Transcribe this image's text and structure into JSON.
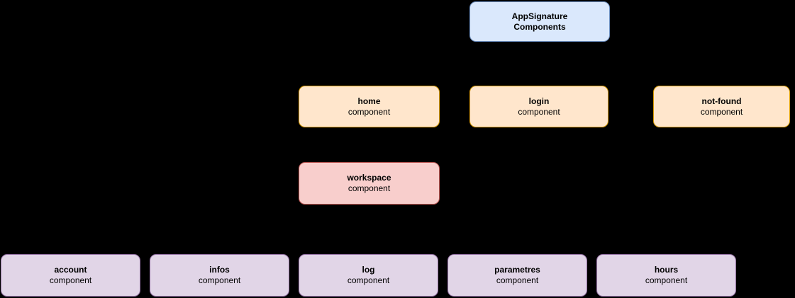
{
  "diagram": {
    "background_color": "#000000",
    "text_color": "#000000",
    "palette": {
      "blue_fill": "#DAE8FC",
      "blue_stroke": "#6C8EBF",
      "orange_fill": "#FFE6CC",
      "orange_stroke": "#D79B00",
      "red_fill": "#F8CECC",
      "red_stroke": "#B85450",
      "purple_fill": "#E1D5E7",
      "purple_stroke": "#9673A6"
    },
    "nodes": [
      {
        "line1": "AppSignature",
        "line2": "Components",
        "fill": "#DAE8FC",
        "stroke": "#6C8EBF"
      },
      {
        "line1": "home",
        "line2": "component",
        "fill": "#FFE6CC",
        "stroke": "#D79B00"
      },
      {
        "line1": "login",
        "line2": "component",
        "fill": "#FFE6CC",
        "stroke": "#D79B00"
      },
      {
        "line1": "not-found",
        "line2": "component",
        "fill": "#FFE6CC",
        "stroke": "#D79B00"
      },
      {
        "line1": "workspace",
        "line2": "component",
        "fill": "#F8CECC",
        "stroke": "#B85450"
      },
      {
        "line1": "account",
        "line2": "component",
        "fill": "#E1D5E7",
        "stroke": "#9673A6"
      },
      {
        "line1": "infos",
        "line2": "component",
        "fill": "#E1D5E7",
        "stroke": "#9673A6"
      },
      {
        "line1": "log",
        "line2": "component",
        "fill": "#E1D5E7",
        "stroke": "#9673A6"
      },
      {
        "line1": "parametres",
        "line2": "component",
        "fill": "#E1D5E7",
        "stroke": "#9673A6"
      },
      {
        "line1": "hours",
        "line2": "component",
        "fill": "#E1D5E7",
        "stroke": "#9673A6"
      }
    ]
  }
}
